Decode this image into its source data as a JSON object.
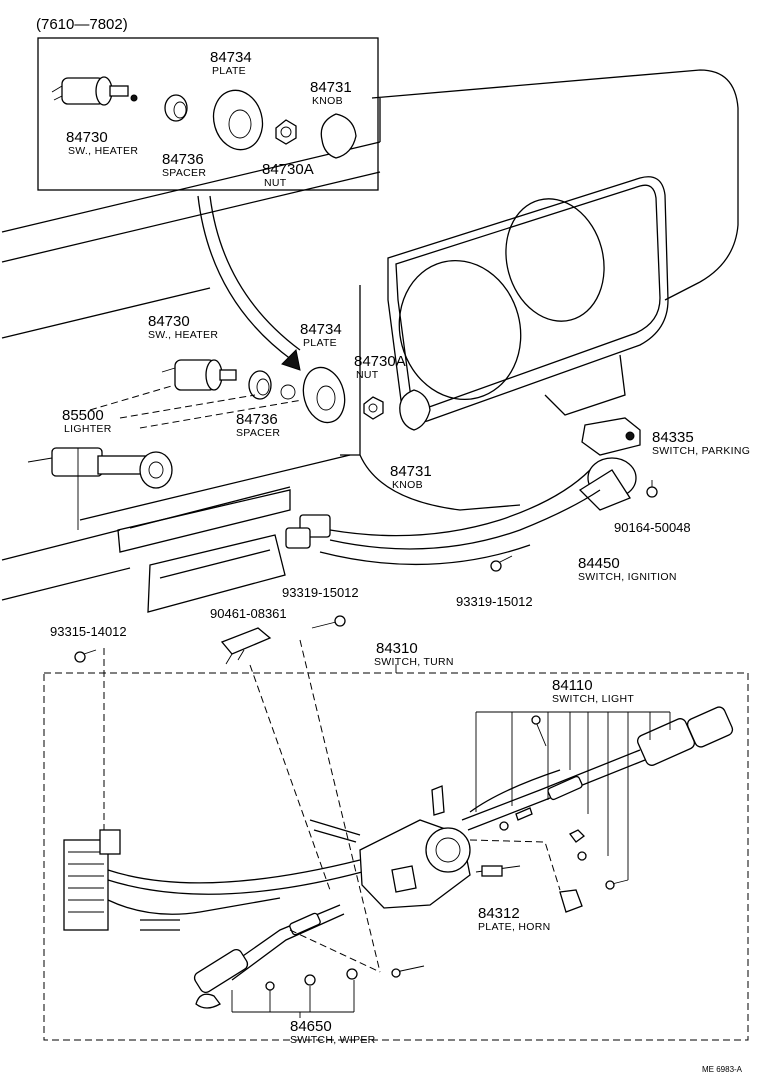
{
  "inset": {
    "range_label": "(7610—7802)"
  },
  "labels": {
    "inset_84734_num": "84734",
    "inset_84734_desc": "PLATE",
    "inset_84731_num": "84731",
    "inset_84731_desc": "KNOB",
    "inset_84730_num": "84730",
    "inset_84730_desc": "SW., HEATER",
    "inset_84736_num": "84736",
    "inset_84736_desc": "SPACER",
    "inset_84730A_num": "84730A",
    "inset_84730A_desc": "NUT",
    "p84730_num": "84730",
    "p84730_desc": "SW., HEATER",
    "p84734_num": "84734",
    "p84734_desc": "PLATE",
    "p84730A_num": "84730A",
    "p84730A_desc": "NUT",
    "p85500_num": "85500",
    "p85500_desc": "LIGHTER",
    "p84736_num": "84736",
    "p84736_desc": "SPACER",
    "p84731_num": "84731",
    "p84731_desc": "KNOB",
    "p84335_num": "84335",
    "p84335_desc": "SWITCH, PARKING",
    "p90164": "90164-50048",
    "p84450_num": "84450",
    "p84450_desc": "SWITCH, IGNITION",
    "p93319_a": "93319-15012",
    "p93319_b": "93319-15012",
    "p90461": "90461-08361",
    "p93315": "93315-14012",
    "p84310_num": "84310",
    "p84310_desc": "SWITCH, TURN",
    "p84110_num": "84110",
    "p84110_desc": "SWITCH, LIGHT",
    "p84312_num": "84312",
    "p84312_desc": "PLATE, HORN",
    "p84650_num": "84650",
    "p84650_desc": "SWITCH, WIPER"
  },
  "footer": {
    "ref_code": "ME 6983-A"
  }
}
